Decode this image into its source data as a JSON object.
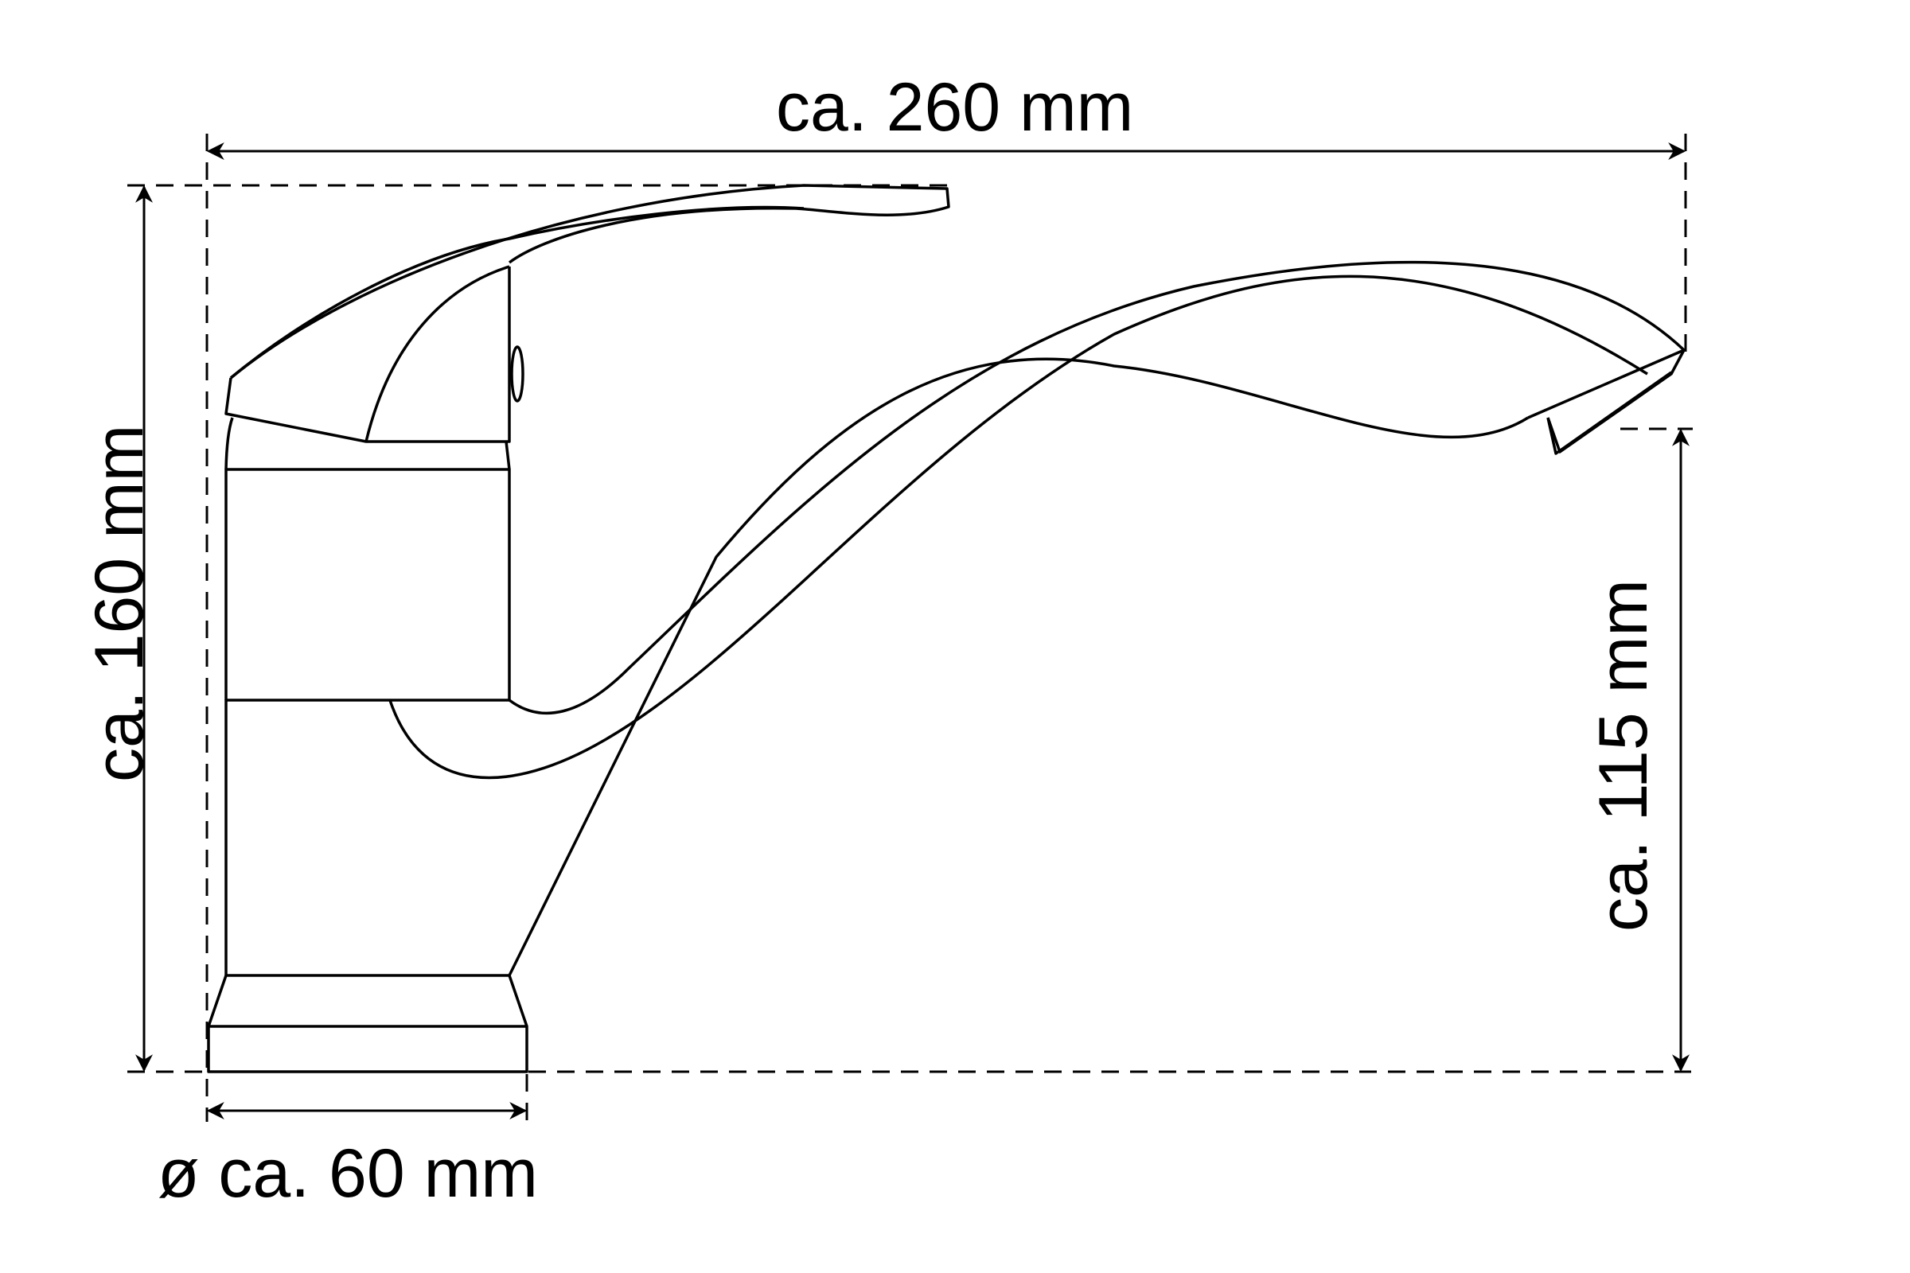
{
  "diagram": {
    "subject": "single-lever faucet dimension drawing",
    "stroke_color": "#000000",
    "background": "#ffffff",
    "dimensions": {
      "width": {
        "label": "ca. 260 mm",
        "value": 260,
        "unit": "mm"
      },
      "height": {
        "label": "ca. 160 mm",
        "value": 160,
        "unit": "mm"
      },
      "spout_height": {
        "label": "ca. 115 mm",
        "value": 115,
        "unit": "mm"
      },
      "base_diameter": {
        "label": "ø ca. 60 mm",
        "value": 60,
        "unit": "mm"
      }
    }
  }
}
